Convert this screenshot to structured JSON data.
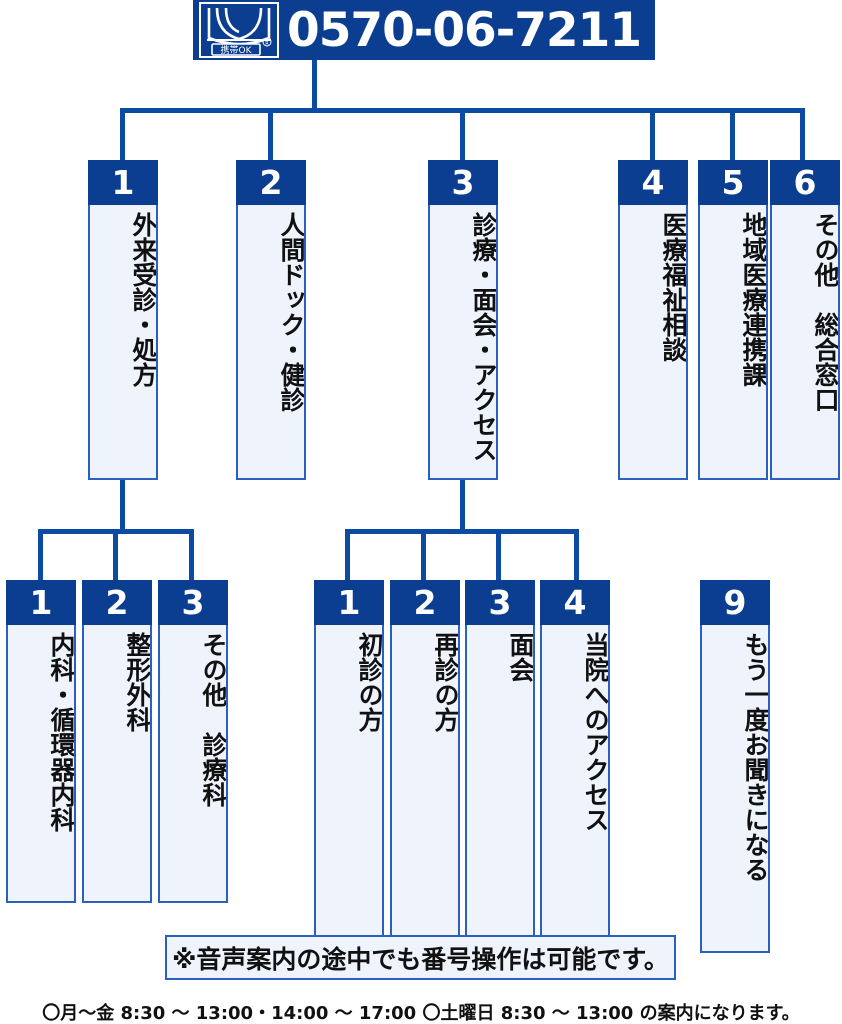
{
  "header": {
    "phone_number": "0570-06-7211",
    "logo": {
      "name": "navi-dial-logo",
      "caption": "携帯OK",
      "registered_mark": "®"
    }
  },
  "level1": [
    {
      "number": "1",
      "label": "外来受診・処方"
    },
    {
      "number": "2",
      "label": "人間ドック・健診"
    },
    {
      "number": "3",
      "label": "診療・面会・アクセス"
    },
    {
      "number": "4",
      "label": "医療福祉相談"
    },
    {
      "number": "5",
      "label": "地域医療連携課"
    },
    {
      "number": "6",
      "label": "その他　総合窓口"
    }
  ],
  "level2_group_a": [
    {
      "number": "1",
      "label": "内科・循環器内科"
    },
    {
      "number": "2",
      "label": "整形外科"
    },
    {
      "number": "3",
      "label": "その他　診療科"
    }
  ],
  "level2_group_b": [
    {
      "number": "1",
      "label": "初診の方"
    },
    {
      "number": "2",
      "label": "再診の方"
    },
    {
      "number": "3",
      "label": "面会"
    },
    {
      "number": "4",
      "label": "当院へのアクセス"
    }
  ],
  "standalone": [
    {
      "number": "9",
      "label": "もう一度お聞きになる"
    }
  ],
  "notice": {
    "text": "※音声案内の途中でも番号操作は可能です。"
  },
  "footer": {
    "text": "〇月～金  8:30 ～ 13:00・14:00 ～ 17:00  〇土曜日  8:30 ～ 13:00 の案内になります。"
  },
  "colors": {
    "dark_blue": "#0b3d91",
    "line_blue": "#0b4ba3",
    "border_blue": "#2b5fc0",
    "body_fill": "#eef3fc",
    "text": "#111111"
  }
}
